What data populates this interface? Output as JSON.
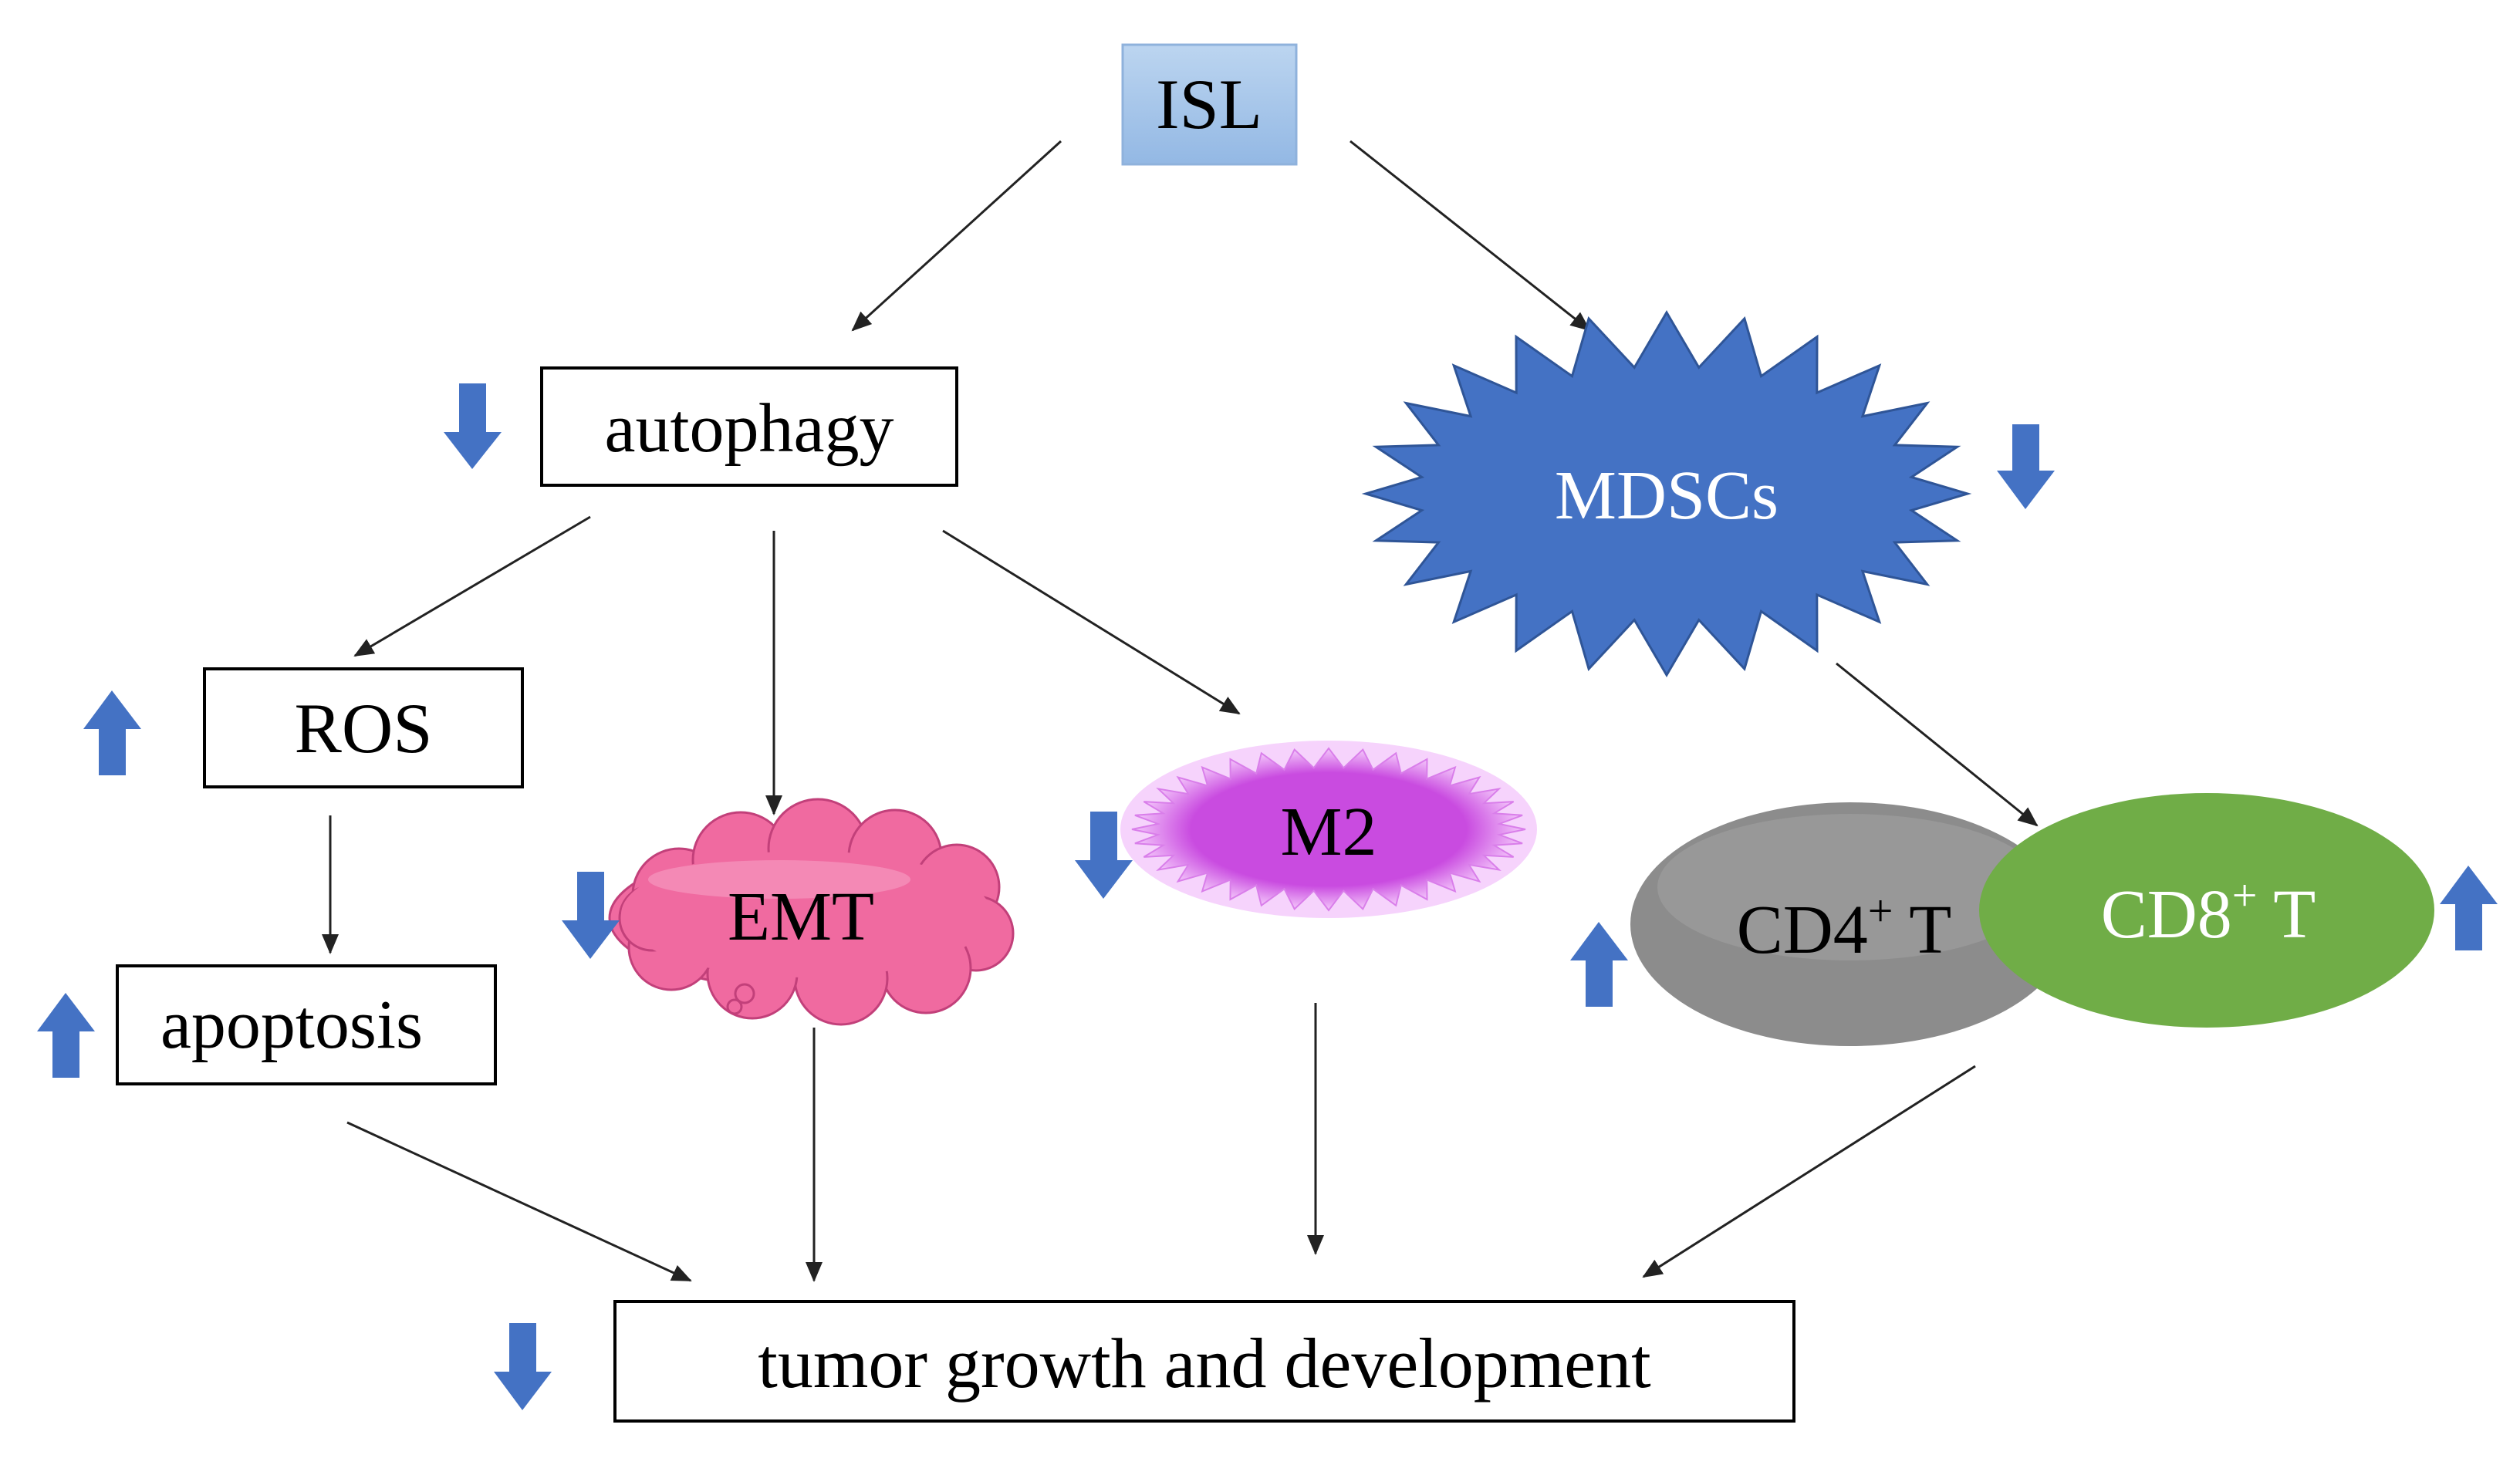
{
  "nodes": {
    "isl": "ISL",
    "autophagy": "autophagy",
    "mdscs": "MDSCs",
    "ros": "ROS",
    "apoptosis": "apoptosis",
    "emt": "EMT",
    "m2": "M2",
    "cd4": {
      "base": "CD4",
      "sup": "+",
      "suffix": " T"
    },
    "cd8": {
      "base": "CD8",
      "sup": "+",
      "suffix": " T"
    },
    "tumor": "tumor growth and development"
  },
  "regulation": {
    "autophagy": "down",
    "mdscs": "down",
    "ros": "up",
    "apoptosis": "up",
    "emt": "down",
    "m2": "down",
    "cd4": "up",
    "cd8": "up",
    "tumor": "down"
  },
  "edges": [
    {
      "from": "ISL",
      "to": "autophagy"
    },
    {
      "from": "ISL",
      "to": "MDSCs"
    },
    {
      "from": "autophagy",
      "to": "ROS"
    },
    {
      "from": "autophagy",
      "to": "EMT"
    },
    {
      "from": "autophagy",
      "to": "M2"
    },
    {
      "from": "ROS",
      "to": "apoptosis"
    },
    {
      "from": "MDSCs",
      "to": "CD4+ T / CD8+ T"
    },
    {
      "from": "apoptosis",
      "to": "tumor growth and development"
    },
    {
      "from": "EMT",
      "to": "tumor growth and development"
    },
    {
      "from": "M2",
      "to": "tumor growth and development"
    },
    {
      "from": "CD4+ T / CD8+ T",
      "to": "tumor growth and development"
    }
  ],
  "colors": {
    "isl_fill": "#a9c8ea",
    "indicator_arrow": "#4472c4",
    "mdscs_fill": "#4472c4",
    "emt_fill": "#f06aa0",
    "m2_fill": "#c94be0",
    "cd4_fill": "#8c8c8c",
    "cd8_fill": "#70ad47",
    "box_stroke": "#000000",
    "connector": "#222222"
  }
}
